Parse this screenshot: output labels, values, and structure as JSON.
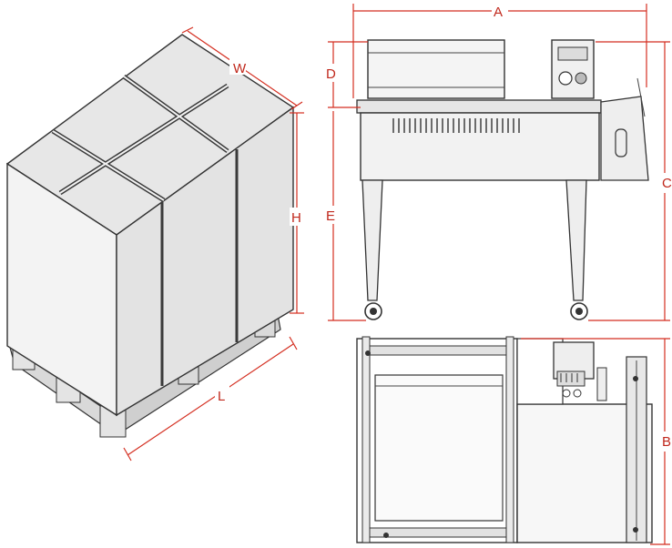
{
  "colors": {
    "dimension": "#d42e20",
    "outline": "#333333",
    "box_top": "#e6e6e6",
    "box_left": "#f2f2f2",
    "box_right": "#e2e2e2",
    "background": "#ffffff"
  },
  "labels": {
    "package_width": "W",
    "package_height": "H",
    "package_length": "L",
    "machine_width": "A",
    "machine_top_height": "D",
    "machine_table_height": "E",
    "machine_total_height": "C",
    "machine_depth": "B"
  }
}
